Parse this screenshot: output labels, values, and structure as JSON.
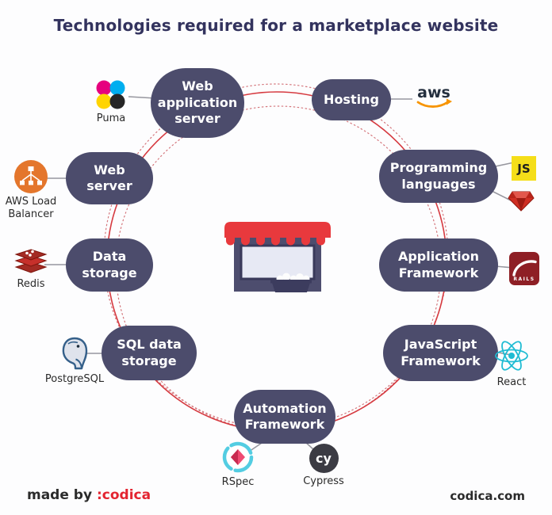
{
  "title": "Technologies required for a marketplace website",
  "nodes": [
    {
      "id": "web-application-server",
      "label": "Web\napplication\nserver"
    },
    {
      "id": "hosting",
      "label": "Hosting"
    },
    {
      "id": "web-server",
      "label": "Web\nserver"
    },
    {
      "id": "programming-languages",
      "label": "Programming\nlanguages"
    },
    {
      "id": "data-storage",
      "label": "Data\nstorage"
    },
    {
      "id": "application-framework",
      "label": "Application\nFramework"
    },
    {
      "id": "sql-data-storage",
      "label": "SQL data\nstorage"
    },
    {
      "id": "javascript-framework",
      "label": "JavaScript\nFramework"
    },
    {
      "id": "automation-framework",
      "label": "Automation\nFramework"
    }
  ],
  "tools": {
    "puma": {
      "label": "Puma"
    },
    "aws": {
      "label": "aws"
    },
    "aws_load_balancer": {
      "label": "AWS Load\nBalancer"
    },
    "js": {
      "label": "JS"
    },
    "redis": {
      "label": "Redis"
    },
    "rails": {
      "label": "RAILS"
    },
    "postgresql": {
      "label": "PostgreSQL"
    },
    "react": {
      "label": "React"
    },
    "rspec": {
      "label": "RSpec"
    },
    "cypress": {
      "label": "cy",
      "caption": "Cypress"
    }
  },
  "footer": {
    "made_by": "made by ",
    "brand": ":codica",
    "website": "codica.com"
  },
  "colors": {
    "node_fill": "#4c4c6c",
    "title_text": "#33335e",
    "circle_solid": "#d63a40",
    "circle_dotted": "#d4767c",
    "connector": "#97979f",
    "awning_red": "#e8393d",
    "brand_red": "#e32430",
    "aws_orange": "#f79400",
    "js_yellow": "#f5de19",
    "react_cyan": "#1fbcd3"
  }
}
